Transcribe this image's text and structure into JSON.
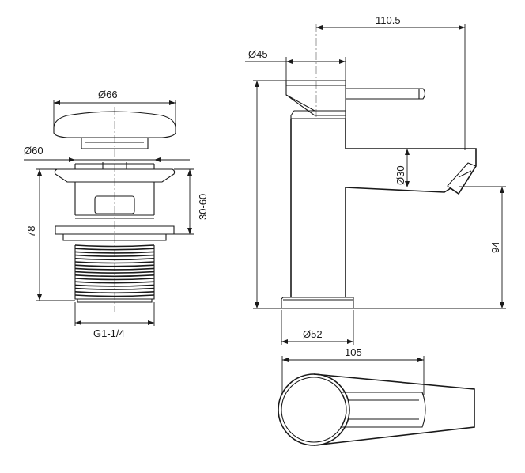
{
  "dimensions": {
    "waste_cap_diameter": "Ø66",
    "waste_flange_diameter": "Ø60",
    "waste_height": "78",
    "waste_adjust_range": "30-60",
    "waste_thread": "G1-1/4",
    "tap_width": "110.5",
    "tap_handle_diameter": "Ø45",
    "tap_spout_diameter": "Ø30",
    "tap_spout_height": "94",
    "tap_base_diameter": "Ø52",
    "tap_top_view_length": "105"
  },
  "colors": {
    "line": "#1a1a1a",
    "background": "#ffffff"
  }
}
